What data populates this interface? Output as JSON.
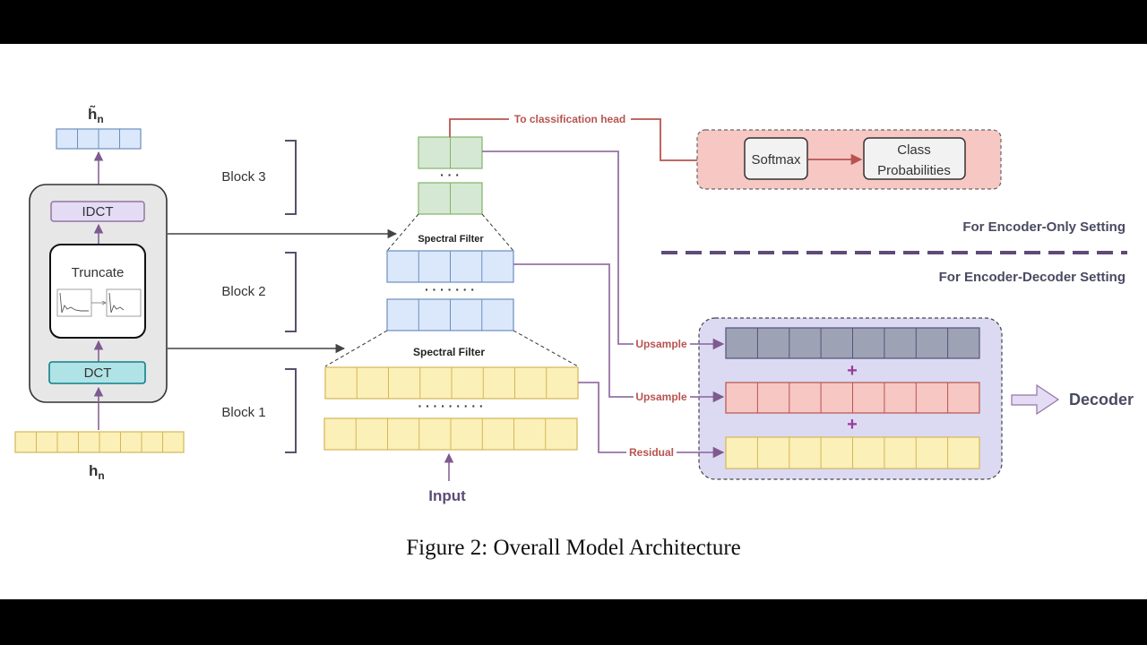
{
  "colors": {
    "yellow_fill": "#fbf0b8",
    "yellow_stroke": "#d6b656",
    "blue_fill": "#dbe8fb",
    "blue_stroke": "#6c8ebf",
    "green_fill": "#d5e8d4",
    "green_stroke": "#82b366",
    "purple_fill": "#e4dcf5",
    "purple_stroke": "#9673a6",
    "teal_fill": "#b0e3e6",
    "teal_stroke": "#0e8088",
    "gray_fill": "#e7e7e7",
    "red_fill": "#f6c7c3",
    "dark_fill": "#9da3b4",
    "dark_stroke": "#56517e",
    "arrow_purple": "#7e5a8f",
    "arrow_red": "#b85450",
    "bracket": "#5a4e6e"
  },
  "inset": {
    "h_tilde": "h̃",
    "h_tilde_sub": "n",
    "idct_label": "IDCT",
    "truncate_label": "Truncate",
    "dct_label": "DCT",
    "h_label": "h",
    "h_sub": "n"
  },
  "blocks": {
    "block3": "Block 3",
    "block2": "Block 2",
    "block1": "Block 1",
    "spectral_filter_upper": "Spectral Filter",
    "spectral_filter_lower": "Spectral Filter",
    "dots3": "· · ·",
    "dots2": "· · · · · · ·",
    "dots1": "· · · · · · · · ·",
    "input_label": "Input"
  },
  "head": {
    "to_classification": "To classification head",
    "softmax": "Softmax",
    "class_line1": "Class",
    "class_line2": "Probabilities"
  },
  "settings": {
    "encoder_only": "For Encoder-Only Setting",
    "encoder_decoder": "For Encoder-Decoder Setting"
  },
  "decoder_path": {
    "upsample_top": "Upsample",
    "upsample_mid": "Upsample",
    "residual": "Residual",
    "plus_top": "+",
    "plus_bottom": "+",
    "decoder": "Decoder"
  },
  "caption": "Figure 2: Overall Model Architecture"
}
